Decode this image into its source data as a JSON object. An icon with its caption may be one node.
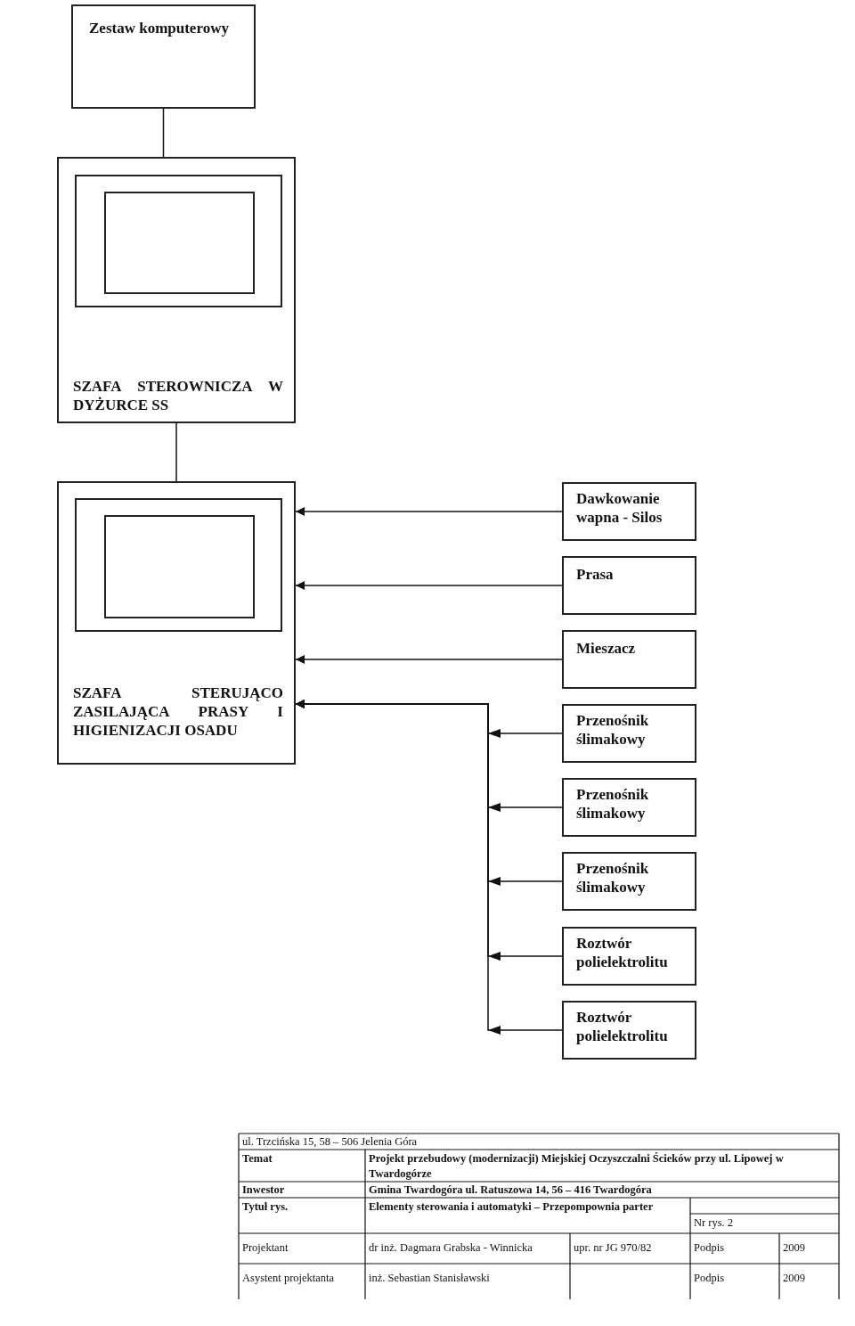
{
  "diagram": {
    "nodes": [
      {
        "text": [
          "Zestaw komputerowy"
        ]
      },
      {
        "text": [
          "SZAFA STEROWNICZA W DYŻURCE SS"
        ]
      },
      {
        "text": [],
        "shape": "box",
        "in": 1
      },
      {
        "text": [],
        "shape": "box",
        "in": 2
      },
      {
        "text": [
          "SZAFA STERUJĄCO ZASILAJĄCA PRASY I HIGIENIZACJI OSADU"
        ]
      },
      {
        "text": [],
        "shape": "box",
        "in": 4
      },
      {
        "text": [],
        "shape": "box",
        "in": 5
      },
      {
        "text": [
          "Dawkowanie wapna - Silos"
        ]
      },
      {
        "text": [
          "Prasa"
        ]
      },
      {
        "text": [
          "Mieszacz"
        ]
      },
      {
        "text": [
          "Przenośnik ślimakowy"
        ]
      },
      {
        "text": [
          "Przenośnik ślimakowy"
        ]
      },
      {
        "text": [
          "Przenośnik ślimakowy"
        ]
      },
      {
        "text": [
          "Roztwór polielektrolitu"
        ]
      },
      {
        "text": [
          "Roztwór polielektrolitu"
        ]
      }
    ],
    "edges": [
      {
        "from": 0,
        "to": 1,
        "arrow": "none"
      },
      {
        "from": 1,
        "to": 4,
        "arrow": "none"
      },
      {
        "from": 7,
        "to": 4,
        "arrow": "to"
      },
      {
        "from": 8,
        "to": 4,
        "arrow": "to"
      },
      {
        "from": 9,
        "to": 4,
        "arrow": "to"
      },
      {
        "from": 10,
        "to": 4,
        "arrow": "to"
      },
      {
        "from": 11,
        "to": 4,
        "arrow": "to"
      },
      {
        "from": 12,
        "to": 4,
        "arrow": "to"
      },
      {
        "from": 13,
        "to": 4,
        "arrow": "to"
      },
      {
        "from": 14,
        "to": 4,
        "arrow": "to"
      }
    ],
    "labels": [
      "ul. Trzcińska 15, 58 – 506 Jelenia Góra",
      "Temat",
      "Projekt przebudowy (modernizacji) Miejskiej Oczyszczalni Ścieków przy ul. Lipowej w Twardogórze",
      "Inwestor",
      "Gmina Twardogóra ul. Ratuszowa 14, 56 – 416 Twardogóra",
      "Tytuł rys.",
      "Elementy sterowania i automatyki – Przepompownia parter",
      "Nr rys. 2",
      "Projektant",
      "dr inż. Dagmara Grabska - Winnicka",
      "upr. nr JG 970/82",
      "Podpis",
      "2009",
      "Asystent projektanta",
      "inż. Sebastian Stanisławski",
      "Podpis",
      "2009"
    ]
  }
}
